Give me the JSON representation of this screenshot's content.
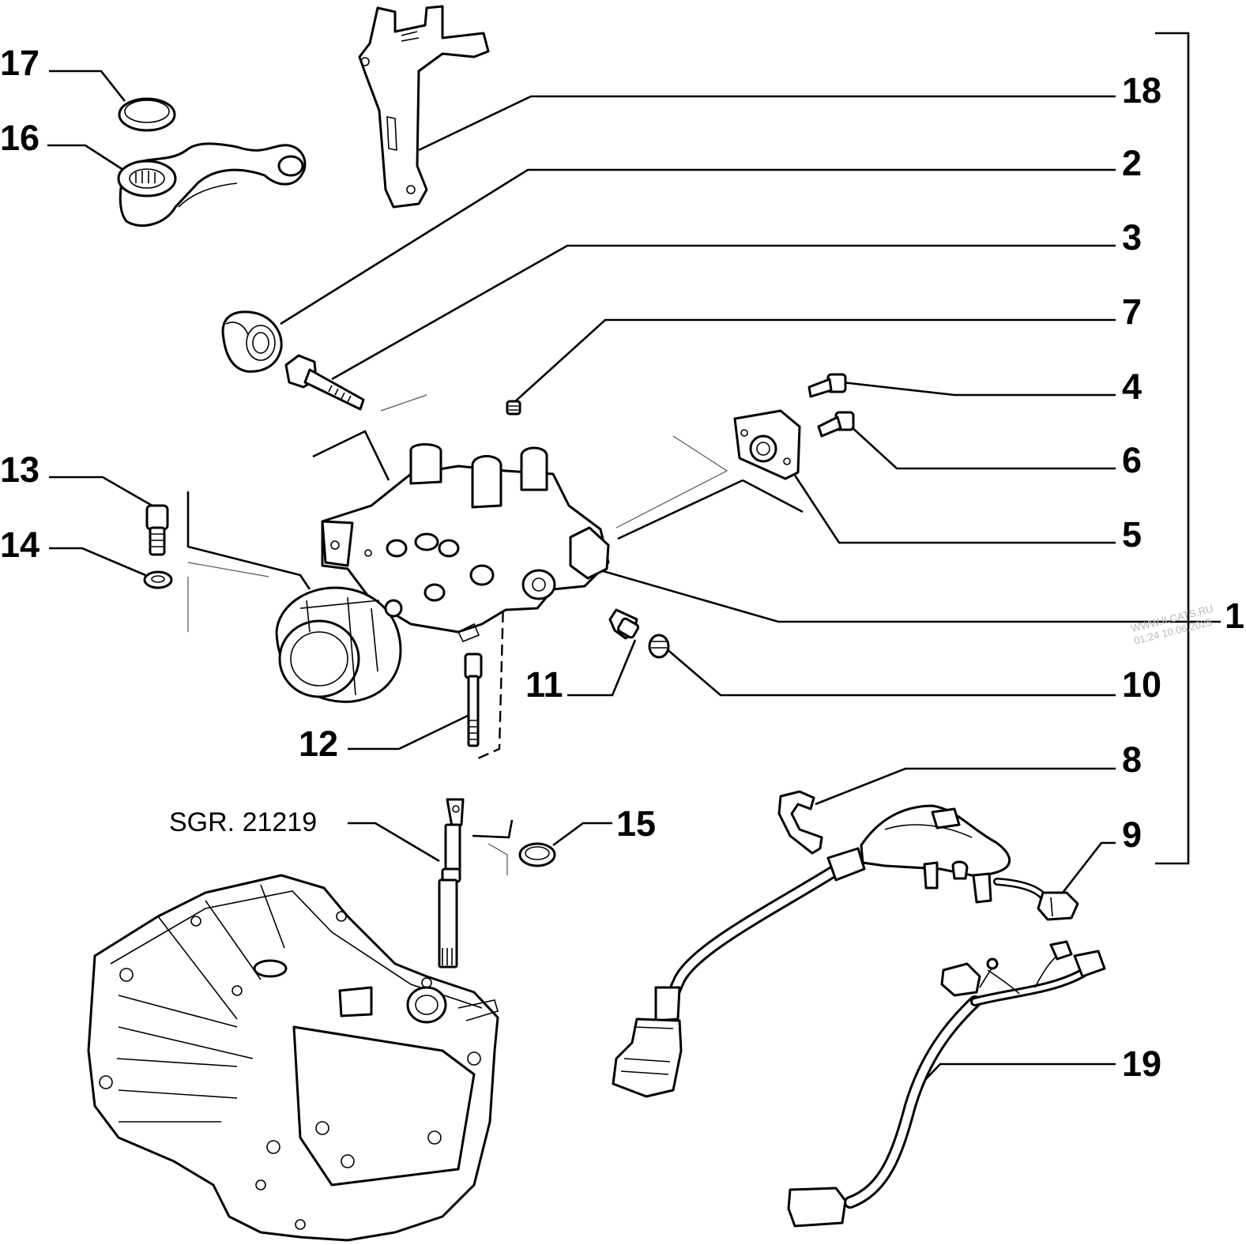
{
  "callouts": [
    {
      "id": "17",
      "label": "17"
    },
    {
      "id": "16",
      "label": "16"
    },
    {
      "id": "18",
      "label": "18"
    },
    {
      "id": "2",
      "label": "2"
    },
    {
      "id": "3",
      "label": "3"
    },
    {
      "id": "7",
      "label": "7"
    },
    {
      "id": "4",
      "label": "4"
    },
    {
      "id": "6",
      "label": "6"
    },
    {
      "id": "5",
      "label": "5"
    },
    {
      "id": "13",
      "label": "13"
    },
    {
      "id": "14",
      "label": "14"
    },
    {
      "id": "1",
      "label": "1"
    },
    {
      "id": "11",
      "label": "11"
    },
    {
      "id": "10",
      "label": "10"
    },
    {
      "id": "12",
      "label": "12"
    },
    {
      "id": "8",
      "label": "8"
    },
    {
      "id": "9",
      "label": "9"
    },
    {
      "id": "15",
      "label": "15"
    },
    {
      "id": "19",
      "label": "19"
    }
  ],
  "reference": "SGR. 21219",
  "watermark": {
    "line1": "WWW.ILCATS.RU",
    "line2": "01:24 10.06.2025"
  }
}
